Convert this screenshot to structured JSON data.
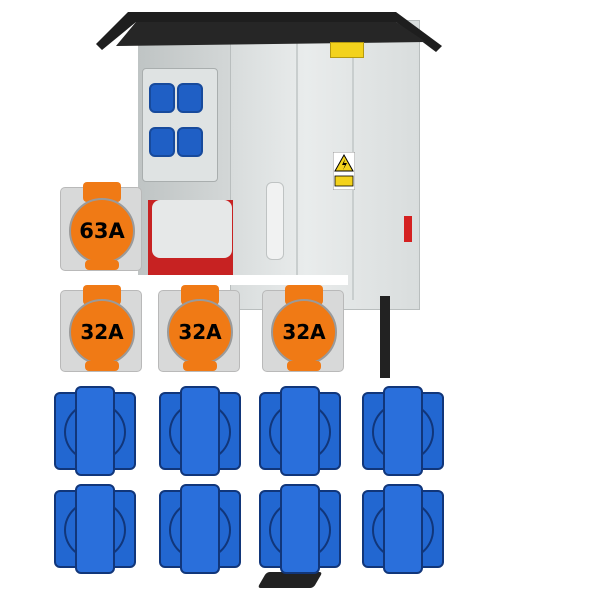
{
  "sockets_63a": [
    {
      "label": "63A"
    }
  ],
  "sockets_32a": [
    {
      "label": "32A"
    },
    {
      "label": "32A"
    },
    {
      "label": "32A"
    }
  ],
  "sockets_schuko_count": 8,
  "colors": {
    "orange": "#f07a15",
    "blue": "#2267d1",
    "cabinet_grey": "#e6e9e9",
    "red": "#c72222"
  }
}
